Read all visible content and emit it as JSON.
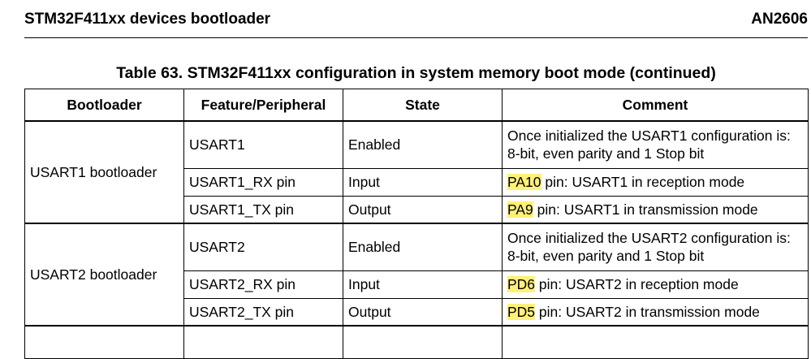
{
  "header": {
    "left": "STM32F411xx devices bootloader",
    "right": "AN2606"
  },
  "table": {
    "title": "Table 63. STM32F411xx configuration in system memory boot mode (continued)",
    "columns": [
      "Bootloader",
      "Feature/Peripheral",
      "State",
      "Comment"
    ],
    "groups": [
      {
        "bootloader": "USART1 bootloader",
        "rows": [
          {
            "feature": "USART1",
            "state": "Enabled",
            "comment_hl": "",
            "comment": "Once initialized the USART1 configuration is: 8-bit, even parity and 1 Stop bit"
          },
          {
            "feature": "USART1_RX pin",
            "state": "Input",
            "comment_hl": "PA10",
            "comment": " pin: USART1 in reception mode"
          },
          {
            "feature": "USART1_TX pin",
            "state": "Output",
            "comment_hl": "PA9",
            "comment": " pin: USART1 in transmission mode"
          }
        ]
      },
      {
        "bootloader": "USART2 bootloader",
        "rows": [
          {
            "feature": "USART2",
            "state": "Enabled",
            "comment_hl": "",
            "comment": "Once initialized the USART2 configuration is: 8-bit, even parity and 1 Stop bit"
          },
          {
            "feature": "USART2_RX pin",
            "state": "Input",
            "comment_hl": "PD6",
            "comment": " pin: USART2 in reception mode"
          },
          {
            "feature": "USART2_TX pin",
            "state": "Output",
            "comment_hl": "PD5",
            "comment": " pin: USART2 in transmission mode"
          }
        ]
      }
    ]
  }
}
